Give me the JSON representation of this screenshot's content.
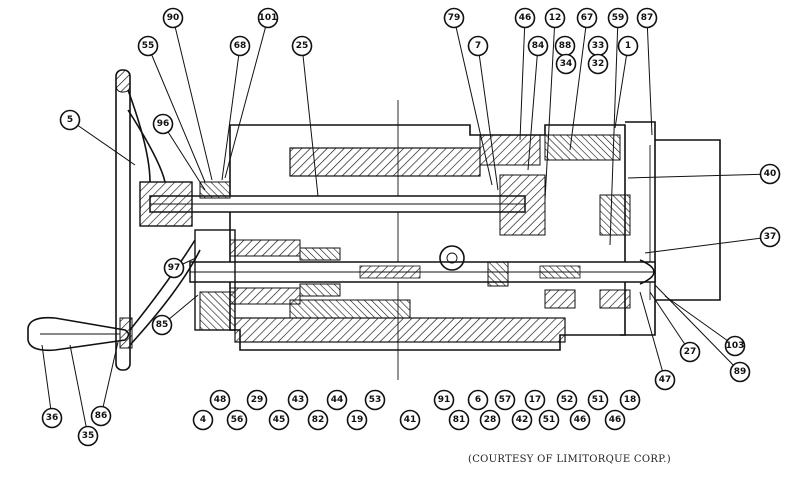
{
  "credit_line": "(COURTESY OF LIMITORQUE CORP.)",
  "callouts": [
    {
      "id": "90"
    },
    {
      "id": "101"
    },
    {
      "id": "55"
    },
    {
      "id": "68"
    },
    {
      "id": "25"
    },
    {
      "id": "79"
    },
    {
      "id": "7"
    },
    {
      "id": "46"
    },
    {
      "id": "84"
    },
    {
      "id": "12"
    },
    {
      "id": "67"
    },
    {
      "id": "88"
    },
    {
      "id": "59"
    },
    {
      "id": "33"
    },
    {
      "id": "87"
    },
    {
      "id": "34"
    },
    {
      "id": "32"
    },
    {
      "id": "1"
    },
    {
      "id": "5"
    },
    {
      "id": "96"
    },
    {
      "id": "40"
    },
    {
      "id": "37"
    },
    {
      "id": "97"
    },
    {
      "id": "85"
    },
    {
      "id": "103"
    },
    {
      "id": "27"
    },
    {
      "id": "47"
    },
    {
      "id": "89"
    },
    {
      "id": "36"
    },
    {
      "id": "35"
    },
    {
      "id": "86"
    },
    {
      "id": "4"
    },
    {
      "id": "48"
    },
    {
      "id": "56"
    },
    {
      "id": "29"
    },
    {
      "id": "45"
    },
    {
      "id": "43"
    },
    {
      "id": "82"
    },
    {
      "id": "44"
    },
    {
      "id": "19"
    },
    {
      "id": "53"
    },
    {
      "id": "41"
    },
    {
      "id": "91"
    },
    {
      "id": "81"
    },
    {
      "id": "6"
    },
    {
      "id": "28"
    },
    {
      "id": "57"
    },
    {
      "id": "42"
    },
    {
      "id": "17"
    },
    {
      "id": "51"
    },
    {
      "id": "52"
    },
    {
      "id": "46"
    },
    {
      "id": "51"
    },
    {
      "id": "46"
    },
    {
      "id": "18"
    }
  ]
}
